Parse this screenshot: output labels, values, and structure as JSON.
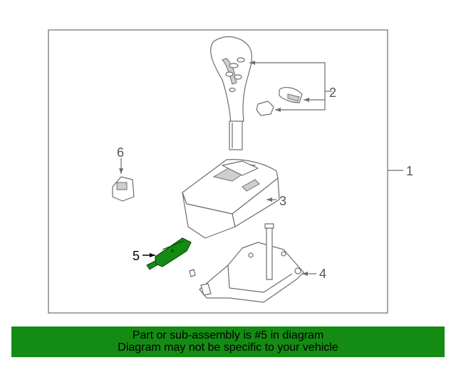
{
  "diagram": {
    "callouts": [
      {
        "id": "1",
        "label": "1"
      },
      {
        "id": "2",
        "label": "2"
      },
      {
        "id": "3",
        "label": "3"
      },
      {
        "id": "4",
        "label": "4"
      },
      {
        "id": "5",
        "label": "5"
      },
      {
        "id": "6",
        "label": "6"
      }
    ],
    "highlighted_part": "5",
    "highlight_color": "#148c14"
  },
  "banner": {
    "line1": "Part or sub-assembly is #5 in diagram",
    "line2": "Diagram may not be specific to your vehicle",
    "color": "#148c14"
  }
}
